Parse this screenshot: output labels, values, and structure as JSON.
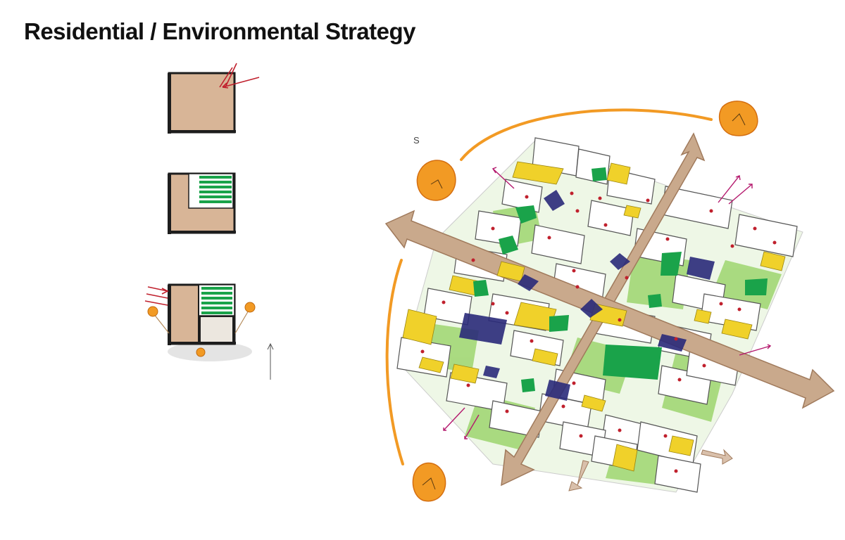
{
  "page": {
    "title": "Residential / Environmental Strategy"
  },
  "compass": {
    "label": "S"
  },
  "colors": {
    "block": "#d8b597",
    "green": "#1aa34a",
    "orange": "#f29a24",
    "path": "#b59278",
    "yellow": "#f0d12a",
    "navy": "#2a2a7a",
    "lime": "#9ed66f",
    "red": "#c0202d",
    "magenta": "#b4186d"
  },
  "diagrams": [
    {
      "stage": 1,
      "features": [
        "solid-block",
        "sun-arrows"
      ]
    },
    {
      "stage": 2,
      "features": [
        "l-shaped-block",
        "green-courtyard"
      ]
    },
    {
      "stage": 3,
      "features": [
        "block",
        "green-roof",
        "sunlit-court",
        "wind-arrows",
        "trees",
        "north-arrow"
      ]
    }
  ]
}
